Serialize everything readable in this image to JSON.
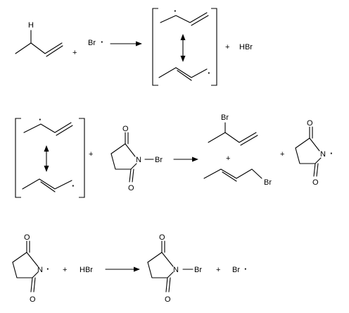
{
  "reaction1": {
    "h_label": "H",
    "plus1": "+",
    "br_radical": "Br",
    "radical_dot": "·",
    "plus2": "+",
    "product": "HBr"
  },
  "reaction2": {
    "plus1": "+",
    "nbs_n": "N",
    "nbs_bond_br": "Br",
    "nbs_o_top": "O",
    "nbs_o_bottom": "O",
    "prod1_br": "Br",
    "prod_plus": "+",
    "prod2_br": "Br",
    "plus2": "+",
    "succ_n": "N",
    "succ_o_top": "O",
    "succ_o_bottom": "O",
    "radical_dot": "·"
  },
  "reaction3": {
    "succ_n": "N",
    "succ_o_top": "O",
    "succ_o_bottom": "O",
    "radical_dot": "·",
    "plus1": "+",
    "hbr": "HBr",
    "nbs_n": "N",
    "nbs_br": "Br",
    "nbs_o_top": "O",
    "nbs_o_bottom": "O",
    "plus2": "+",
    "br_radical": "Br"
  }
}
